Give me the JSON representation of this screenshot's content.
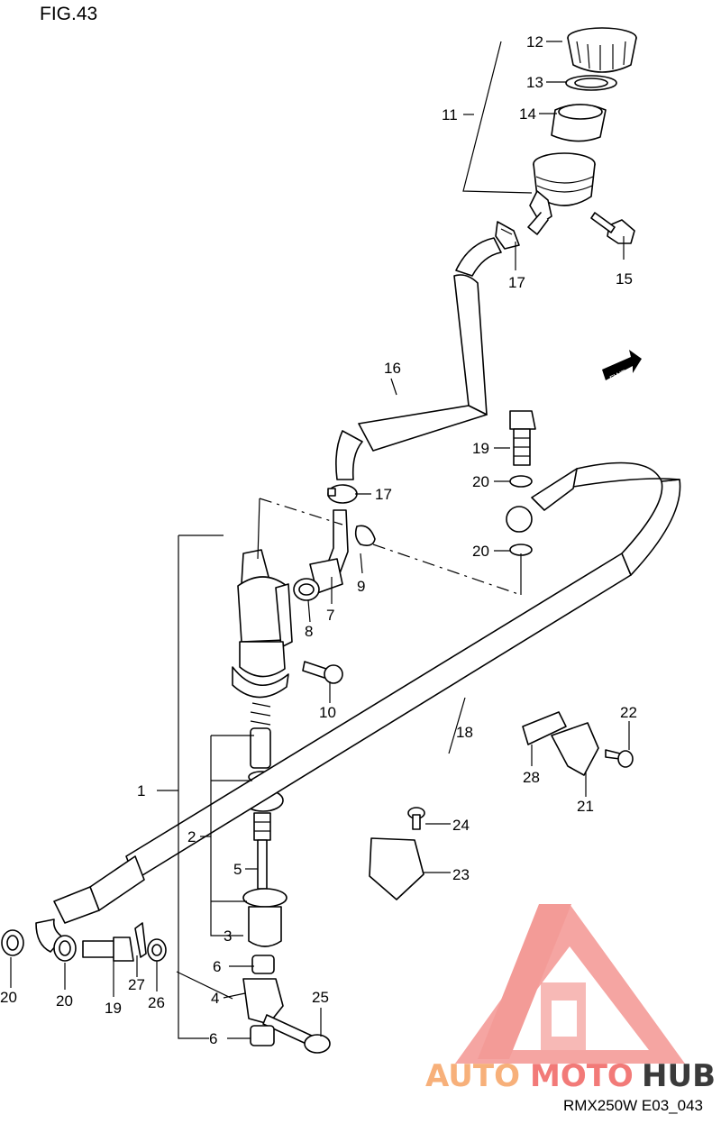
{
  "figure": {
    "title": "FIG.43",
    "reference": "RMX250W E03_043"
  },
  "watermark": {
    "word_1": "AUTO",
    "word_2": "MOTO",
    "word_3": "HUB",
    "color_1": "#f7b07a",
    "color_2": "#f27a78",
    "color_3": "#3a3a3a"
  },
  "callouts": {
    "c1": "1",
    "c2": "2",
    "c3": "3",
    "c4": "4",
    "c5": "5",
    "c6a": "6",
    "c6b": "6",
    "c7": "7",
    "c8": "8",
    "c9": "9",
    "c10": "10",
    "c11": "11",
    "c12": "12",
    "c13": "13",
    "c14": "14",
    "c15": "15",
    "c16": "16",
    "c17a": "17",
    "c17b": "17",
    "c18": "18",
    "c19a": "19",
    "c19b": "19",
    "c20a": "20",
    "c20b": "20",
    "c20c": "20",
    "c20d": "20",
    "c21": "21",
    "c22": "22",
    "c23": "23",
    "c24": "24",
    "c25": "25",
    "c26": "26",
    "c27": "27",
    "c28": "28"
  },
  "fwd_badge": "FWD"
}
